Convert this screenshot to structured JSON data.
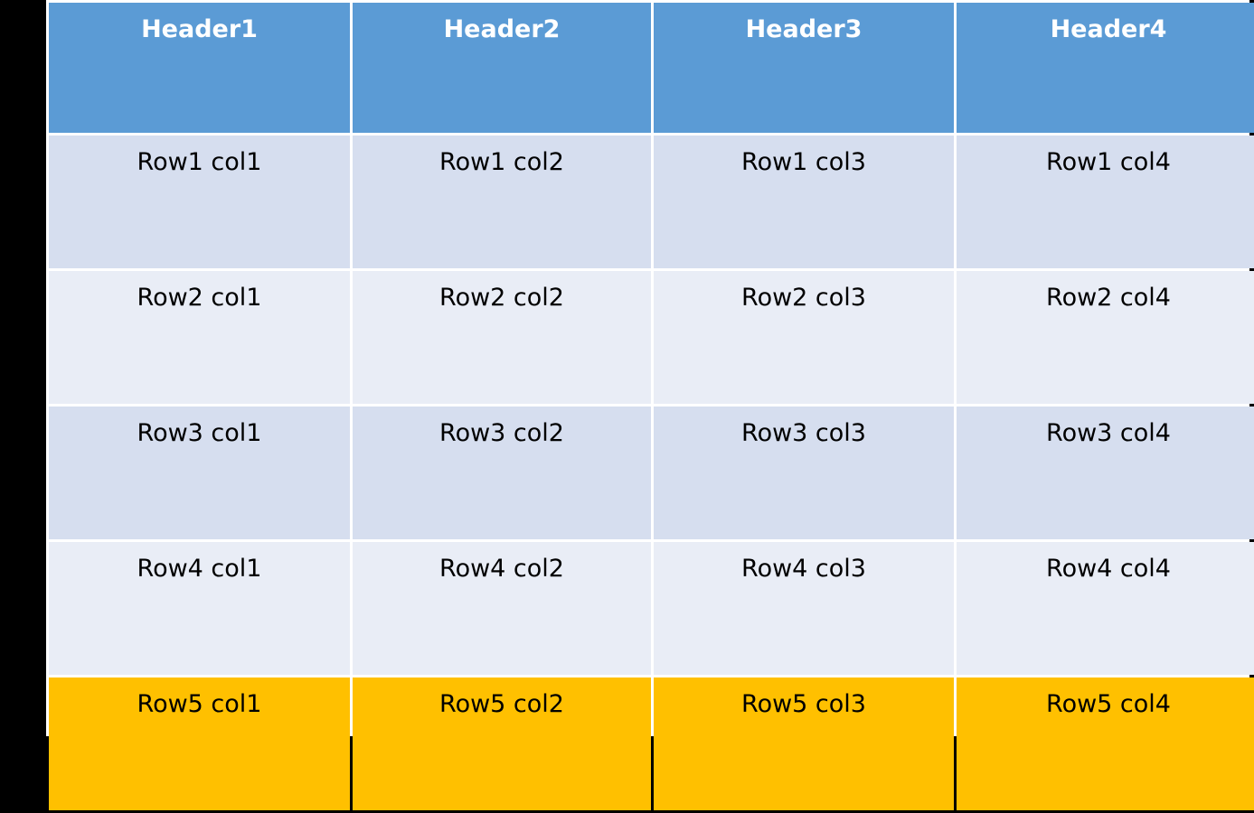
{
  "table": {
    "columns": [
      {
        "key": "col1",
        "header": "Header1"
      },
      {
        "key": "col2",
        "header": "Header2"
      },
      {
        "key": "col3",
        "header": "Header3"
      },
      {
        "key": "col4",
        "header": "Header4"
      }
    ],
    "headers": [
      "Header1",
      "Header2",
      "Header3",
      "Header4"
    ],
    "rows": [
      {
        "cells": [
          "Row1 col1",
          "Row1 col2",
          "Row1 col3",
          "Row1 col4"
        ],
        "style": "shade-a"
      },
      {
        "cells": [
          "Row2 col1",
          "Row2 col2",
          "Row2 col3",
          "Row2 col4"
        ],
        "style": "shade-b"
      },
      {
        "cells": [
          "Row3 col1",
          "Row3 col2",
          "Row3 col3",
          "Row3 col4"
        ],
        "style": "shade-a"
      },
      {
        "cells": [
          "Row4 col1",
          "Row4 col2",
          "Row4 col3",
          "Row4 col4"
        ],
        "style": "shade-b"
      },
      {
        "cells": [
          "Row5 col1",
          "Row5 col2",
          "Row5 col3",
          "Row5 col4"
        ],
        "style": "highlight"
      }
    ]
  },
  "colors": {
    "header_background": "#5B9BD5",
    "header_text": "#FFFFFF",
    "row_shade_a": "#D6DEEF",
    "row_shade_b": "#E9EDF6",
    "row_highlight": "#FFC000",
    "cell_text": "#000000",
    "grid_line": "#FFFFFF",
    "canvas_background": "#000000"
  }
}
